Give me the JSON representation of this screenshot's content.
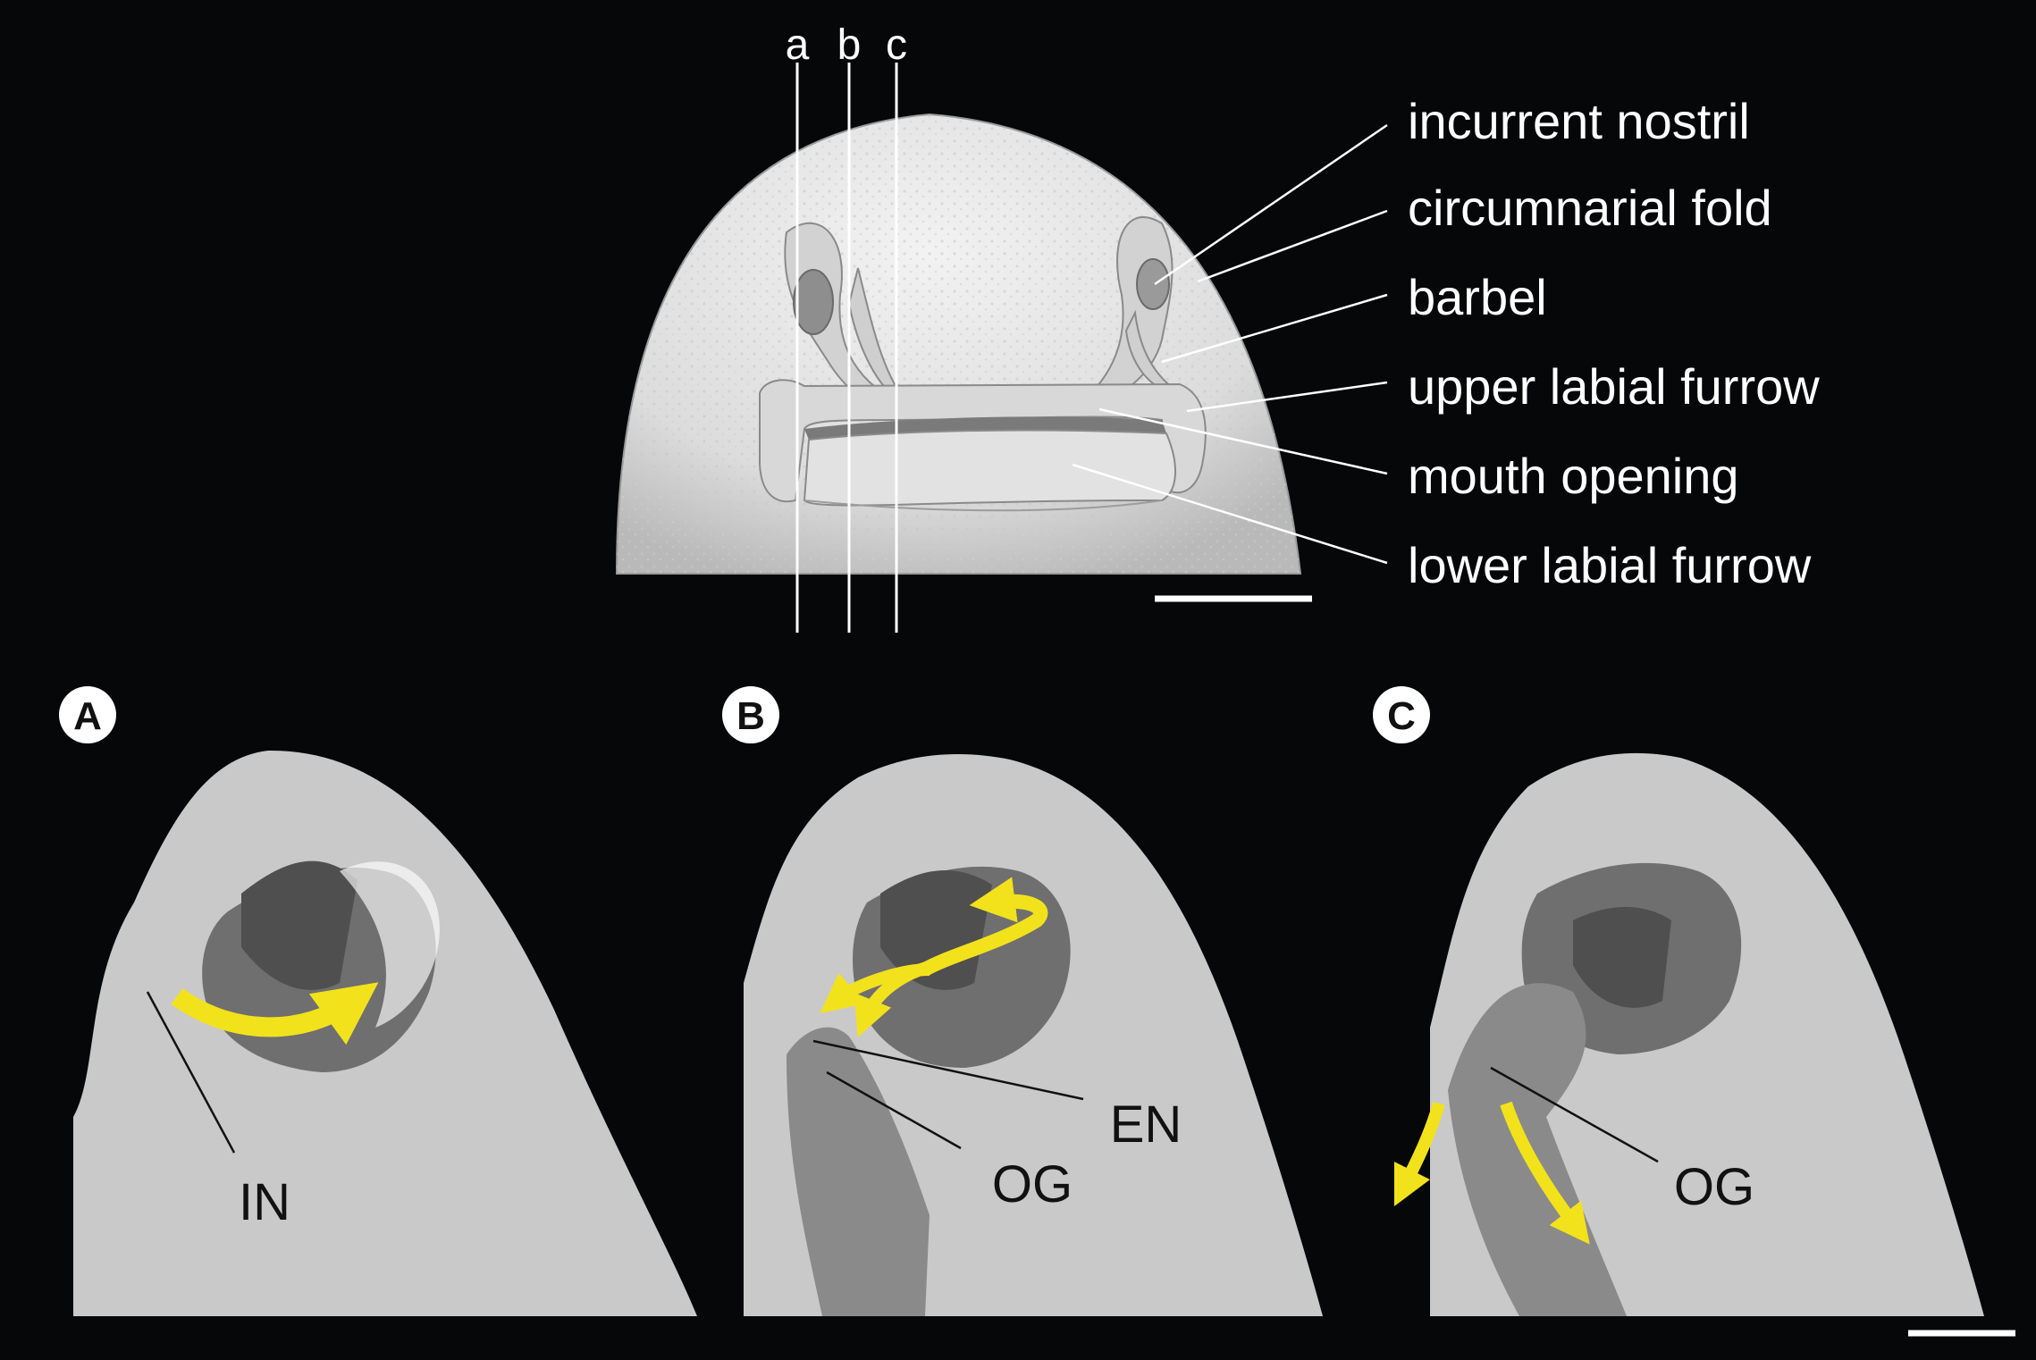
{
  "section_letters": [
    "a",
    "b",
    "c"
  ],
  "anatomy_labels": [
    "incurrent nostril",
    "circumnarial fold",
    "barbel",
    "upper labial furrow",
    "mouth opening",
    "lower labial furrow"
  ],
  "panels": [
    {
      "letter": "A",
      "labels": [
        "IN"
      ]
    },
    {
      "letter": "B",
      "labels": [
        "EN",
        "OG"
      ]
    },
    {
      "letter": "C",
      "labels": [
        "OG"
      ]
    }
  ],
  "colors": {
    "background": "#050708",
    "specimen": "#e4e4e4",
    "section": "#c9c9c9",
    "cavity": "#6f6f6f",
    "flow_arrow": "#f2e21c",
    "badge": "#ffffff"
  }
}
